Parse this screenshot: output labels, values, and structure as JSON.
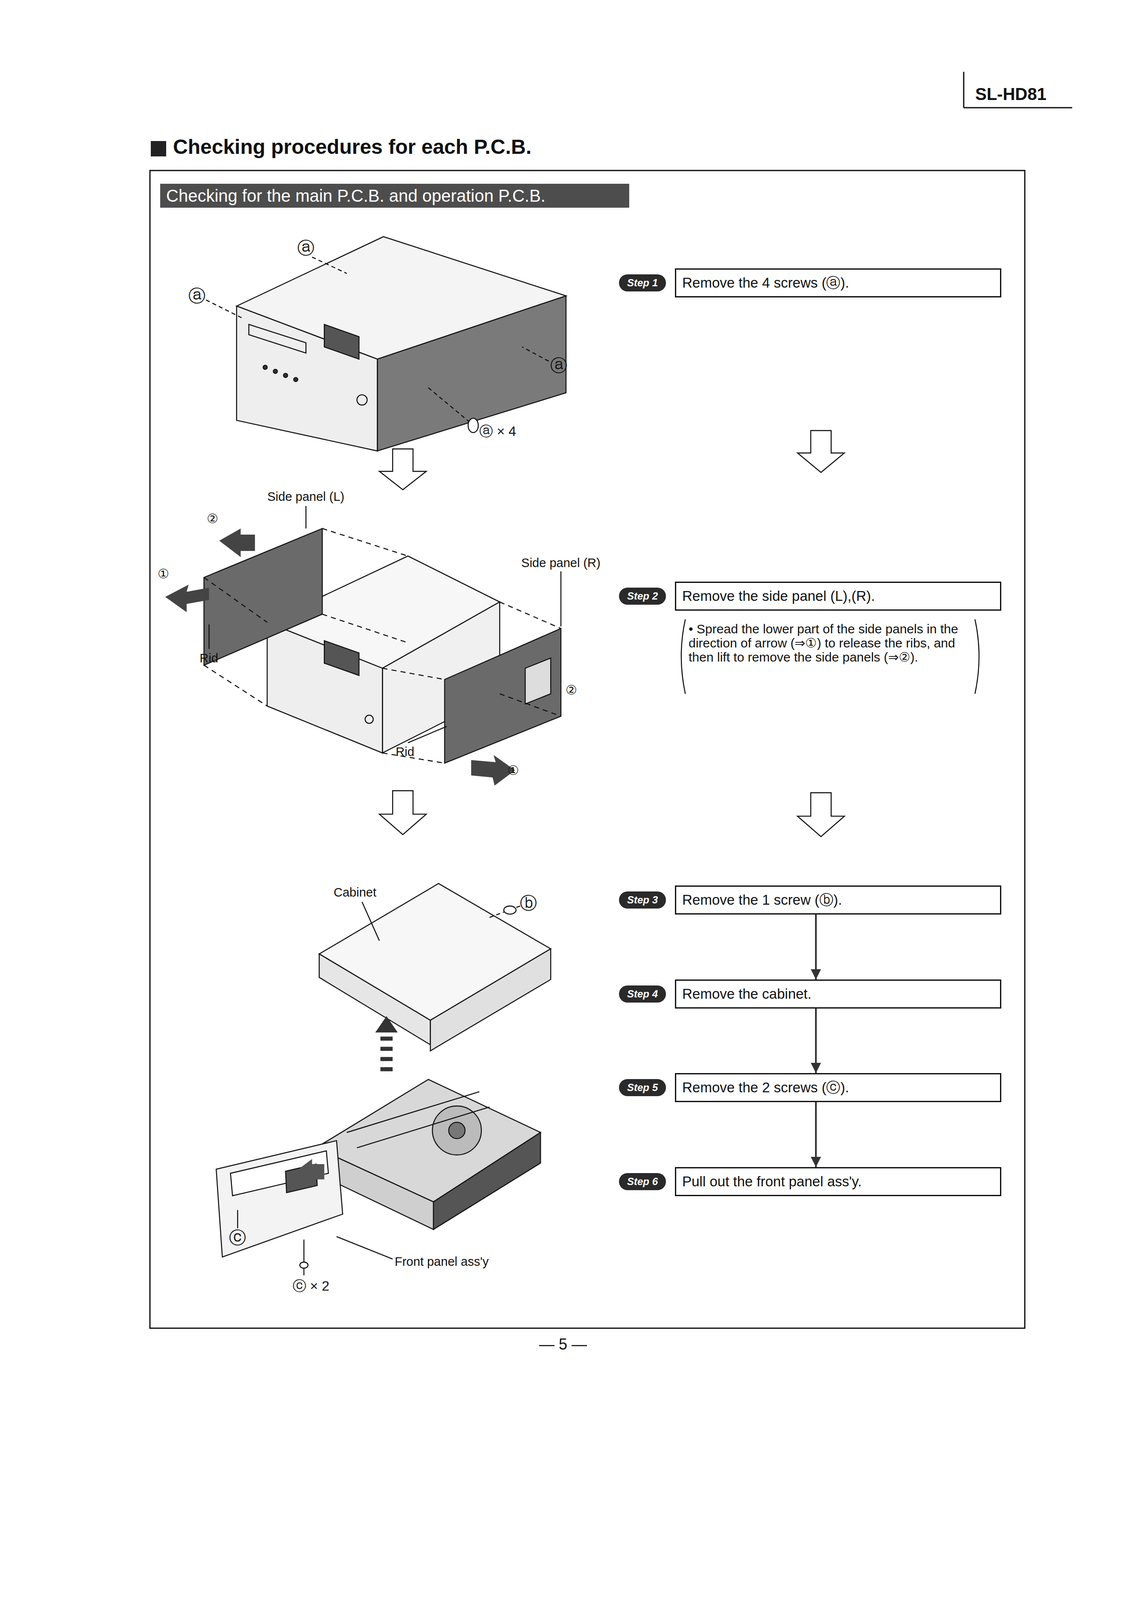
{
  "diagram": {
    "title": "Checking procedures for each P.C.B.",
    "nodes": [
      {
        "text": [
          "Checking for the main P.C.B. and operation P.C.B."
        ]
      },
      {
        "text": [
          "Step 1"
        ]
      },
      {
        "text": [
          "Remove the 4 screws (ⓐ)."
        ]
      },
      {
        "text": [
          "Step 2"
        ]
      },
      {
        "text": [
          "Remove the side panel (L),(R)."
        ]
      },
      {
        "text": [
          "Step 3"
        ]
      },
      {
        "text": [
          "Remove the 1 screw (ⓑ)."
        ]
      },
      {
        "text": [
          "Step 4"
        ]
      },
      {
        "text": [
          "Remove the cabinet."
        ]
      },
      {
        "text": [
          "Step 5"
        ]
      },
      {
        "text": [
          "Remove the 2 screws (ⓒ)."
        ]
      },
      {
        "text": [
          "Step 6"
        ]
      },
      {
        "text": [
          "Pull out the front panel ass'y."
        ]
      }
    ],
    "edges": [
      {
        "from": 6,
        "to": 8,
        "arrow": "to"
      },
      {
        "from": 8,
        "to": 10,
        "arrow": "to"
      },
      {
        "from": 10,
        "to": 12,
        "arrow": "to"
      }
    ],
    "labels": [
      "SL-HD81",
      "ⓐ",
      "ⓐ",
      "ⓐ",
      "ⓐ × 4",
      "Side panel (L)",
      "②",
      "①",
      "Rid",
      "Side panel (R)",
      "②",
      "Rid",
      "①",
      "• Spread the lower part of the side panels in the direction of arrow (⇒①) to release the ribs, and then lift to remove the side panels (⇒②).",
      "Cabinet",
      "ⓑ",
      "ⓒ",
      "Front panel ass'y",
      "ⓒ × 2",
      "— 5 —"
    ]
  }
}
